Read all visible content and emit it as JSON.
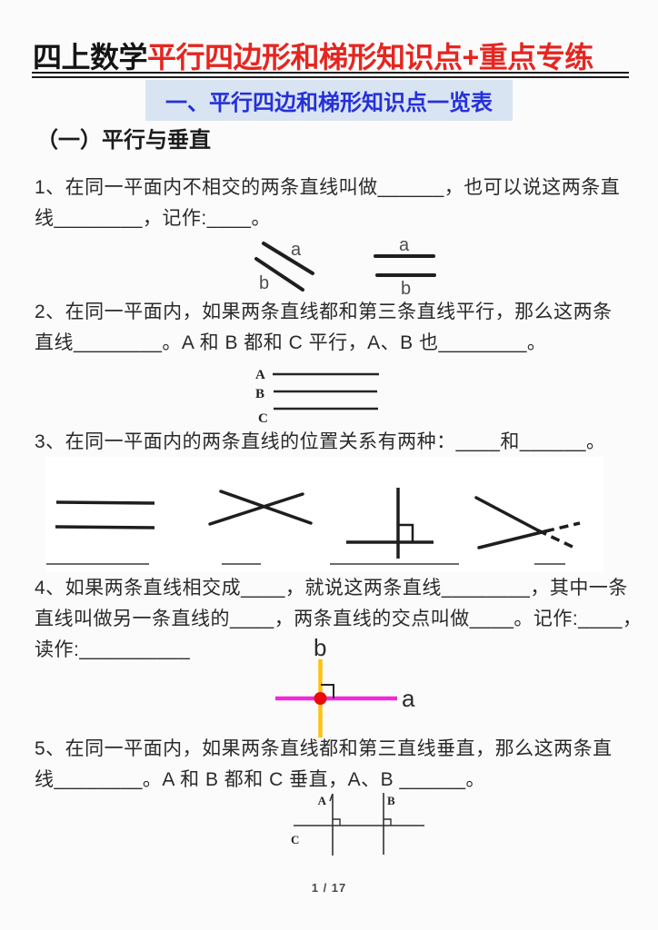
{
  "page": {
    "title_black": "四上数学",
    "title_red": "平行四边形和梯形知识点+重点专练",
    "banner": "一、平行四边和梯形知识点一览表",
    "section_heading": "（一）平行与垂直",
    "footer": "1 / 17"
  },
  "questions": {
    "q1": {
      "lines": [
        "1、在同一平面内不相交的两条直线叫做______，也可以说这两条直",
        "线________，记作:____。"
      ]
    },
    "q2": {
      "lines": [
        "2、在同一平面内，如果两条直线都和第三条直线平行，那么这两条",
        "直线________。A 和 B 都和 C 平行，A、B 也________。"
      ]
    },
    "q3": {
      "lines": [
        "3、在同一平面内的两条直线的位置关系有两种：____和______。"
      ]
    },
    "q4": {
      "lines": [
        "4、如果两条直线相交成____，就说这两条直线________，其中一条",
        "直线叫做另一条直线的____，两条直线的交点叫做____。记作:____，",
        "读作:__________"
      ]
    },
    "q5": {
      "lines": [
        "5、在同一平面内，如果两条直线都和第三直线垂直，那么这两条直",
        "线________。A 和 B 都和 C 垂直，A、B ______。"
      ]
    }
  },
  "diagrams": {
    "parallel_pairs": {
      "slanted_a": "a",
      "slanted_b": "b",
      "horizontal_a": "a",
      "horizontal_b": "b"
    },
    "three_parallel_lines": {
      "line1": "A",
      "line2": "B",
      "line3": "C"
    },
    "perpendicular_colored": {
      "vertical_label": "b",
      "horizontal_label": "a"
    },
    "two_perpendiculars": {
      "left_vertical": "A",
      "right_vertical": "B",
      "horizontal": "C"
    }
  },
  "colors": {
    "title_red": "#e52620",
    "banner_text": "#2430d9",
    "banner_bg": "#d9e4f2",
    "diagram_line_black": "#1e1e1e",
    "vertical_line_yellow": "#fdc110",
    "horizontal_line_magenta": "#f02ad8",
    "intersection_dot_red": "#e90c0c"
  }
}
